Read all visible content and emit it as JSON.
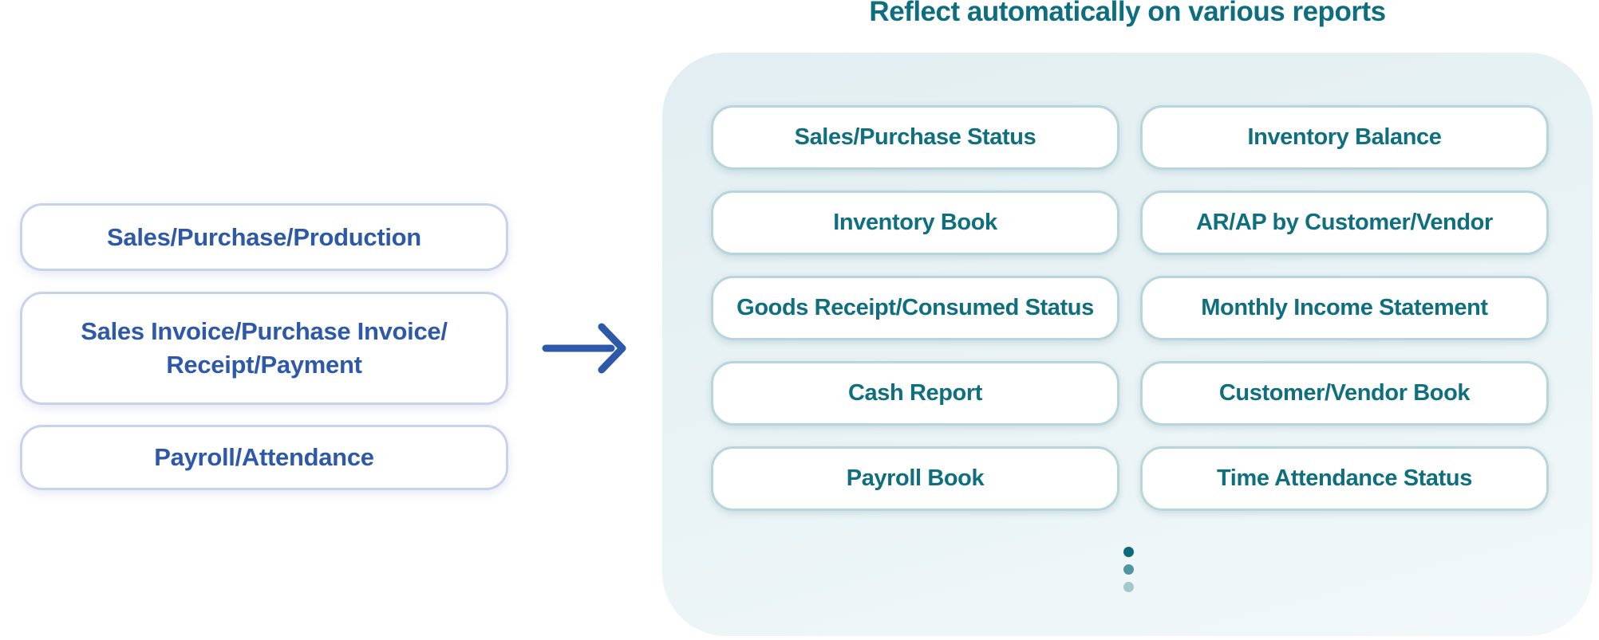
{
  "title": "Reflect automatically on various reports",
  "inputs": {
    "boxes": [
      {
        "label": "Sales/Purchase/Production"
      },
      {
        "label": "Sales Invoice/Purchase Invoice/\nReceipt/Payment"
      },
      {
        "label": "Payroll/Attendance"
      }
    ]
  },
  "arrow": {
    "icon": "right-arrow-icon",
    "color": "#2d59a8"
  },
  "reports": {
    "columns": [
      {
        "items": [
          "Sales/Purchase Status",
          "Inventory Book",
          "Goods Receipt/Consumed Status",
          "Cash Report",
          "Payroll Book"
        ]
      },
      {
        "items": [
          "Inventory Balance",
          "AR/AP by Customer/Vendor",
          "Monthly Income Statement",
          "Customer/Vendor Book",
          "Time Attendance Status"
        ]
      }
    ],
    "more_indicator": {
      "icon": "vertical-ellipsis-icon",
      "dot_colors": [
        "#0d6a79",
        "#4f96a0",
        "#a3c9ce"
      ]
    }
  },
  "colors": {
    "title_teal": "#0e6e7f",
    "pill_text_teal": "#0f6f7f",
    "pill_border": "#b7d5da",
    "panel_fill": "#e8f2f4",
    "input_text_blue": "#2d59a8",
    "input_border": "#c8d2eb",
    "arrow_blue": "#2d59a8"
  }
}
